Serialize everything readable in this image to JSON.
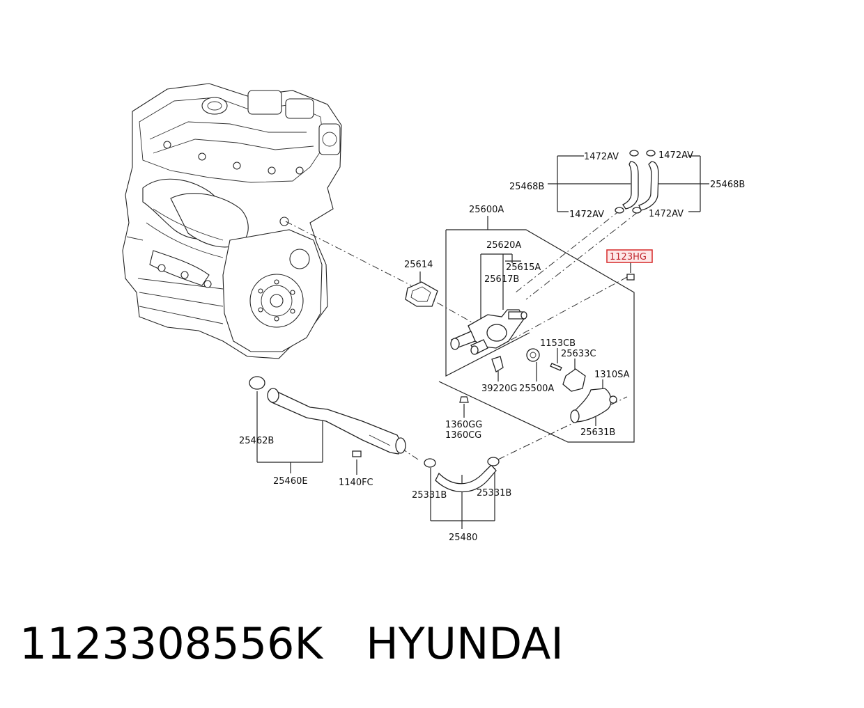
{
  "diagram": {
    "labels": {
      "l_1472av_a": "1472AV",
      "l_1472av_b": "1472AV",
      "l_1472av_c": "1472AV",
      "l_1472av_d": "1472AV",
      "l_25468b_left": "25468B",
      "l_25468b_right": "25468B",
      "l_25600a": "25600A",
      "l_25614": "25614",
      "l_25620a": "25620A",
      "l_25615a": "25615A",
      "l_25617b": "25617B",
      "l_1123hg": "1123HG",
      "l_1153cb": "1153CB",
      "l_25633c": "25633C",
      "l_1310sa": "1310SA",
      "l_39220g": "39220G",
      "l_25500a": "25500A",
      "l_1360gg": "1360GG",
      "l_1360cg": "1360CG",
      "l_25631b": "25631B",
      "l_25462b": "25462B",
      "l_25460e": "25460E",
      "l_1140fc": "1140FC",
      "l_25331b_left": "25331B",
      "l_25331b_right": "25331B",
      "l_25480": "25480"
    },
    "highlight": {
      "part": "l_1123hg",
      "color": "#d62828"
    }
  },
  "footer": {
    "part_number": "1123308556K",
    "brand": "HYUNDAI"
  }
}
